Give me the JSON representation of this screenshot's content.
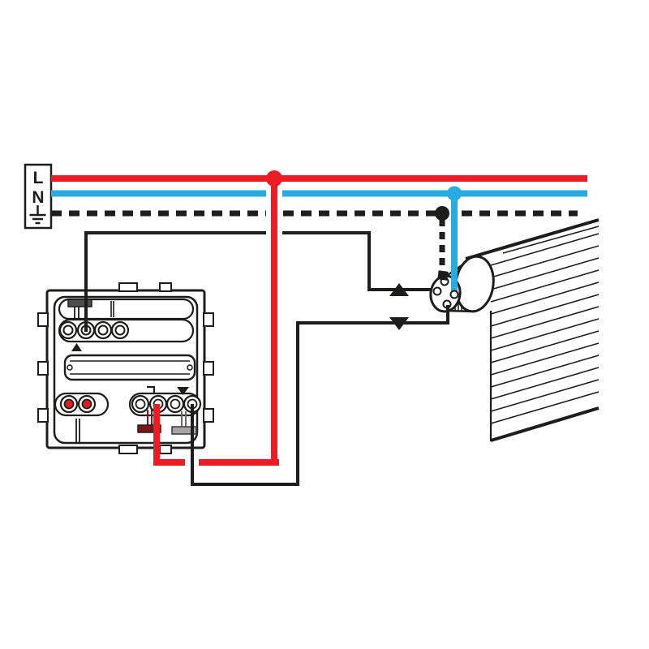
{
  "supply_box": {
    "phase_label": "L",
    "neutral_label": "N"
  },
  "colors": {
    "phase_red": "#ed1c24",
    "neutral_blue": "#29abe2",
    "wire_black": "#1d1d1b",
    "clamp_dark_red": "#7e1416",
    "clamp_dark_gray": "#4c4c4e",
    "clamp_gray": "#a7a5a6",
    "clamp_gray_stem": "#6b6b6d",
    "terminal_red": "#e01b22",
    "background": "#ffffff"
  },
  "icons": {
    "up_arrow": "up-arrow",
    "down_arrow": "down-arrow",
    "earth": "earth-symbol",
    "phase_junction": "junction-dot",
    "neutral_junction": "junction-dot",
    "earth_junction": "junction-dot"
  }
}
